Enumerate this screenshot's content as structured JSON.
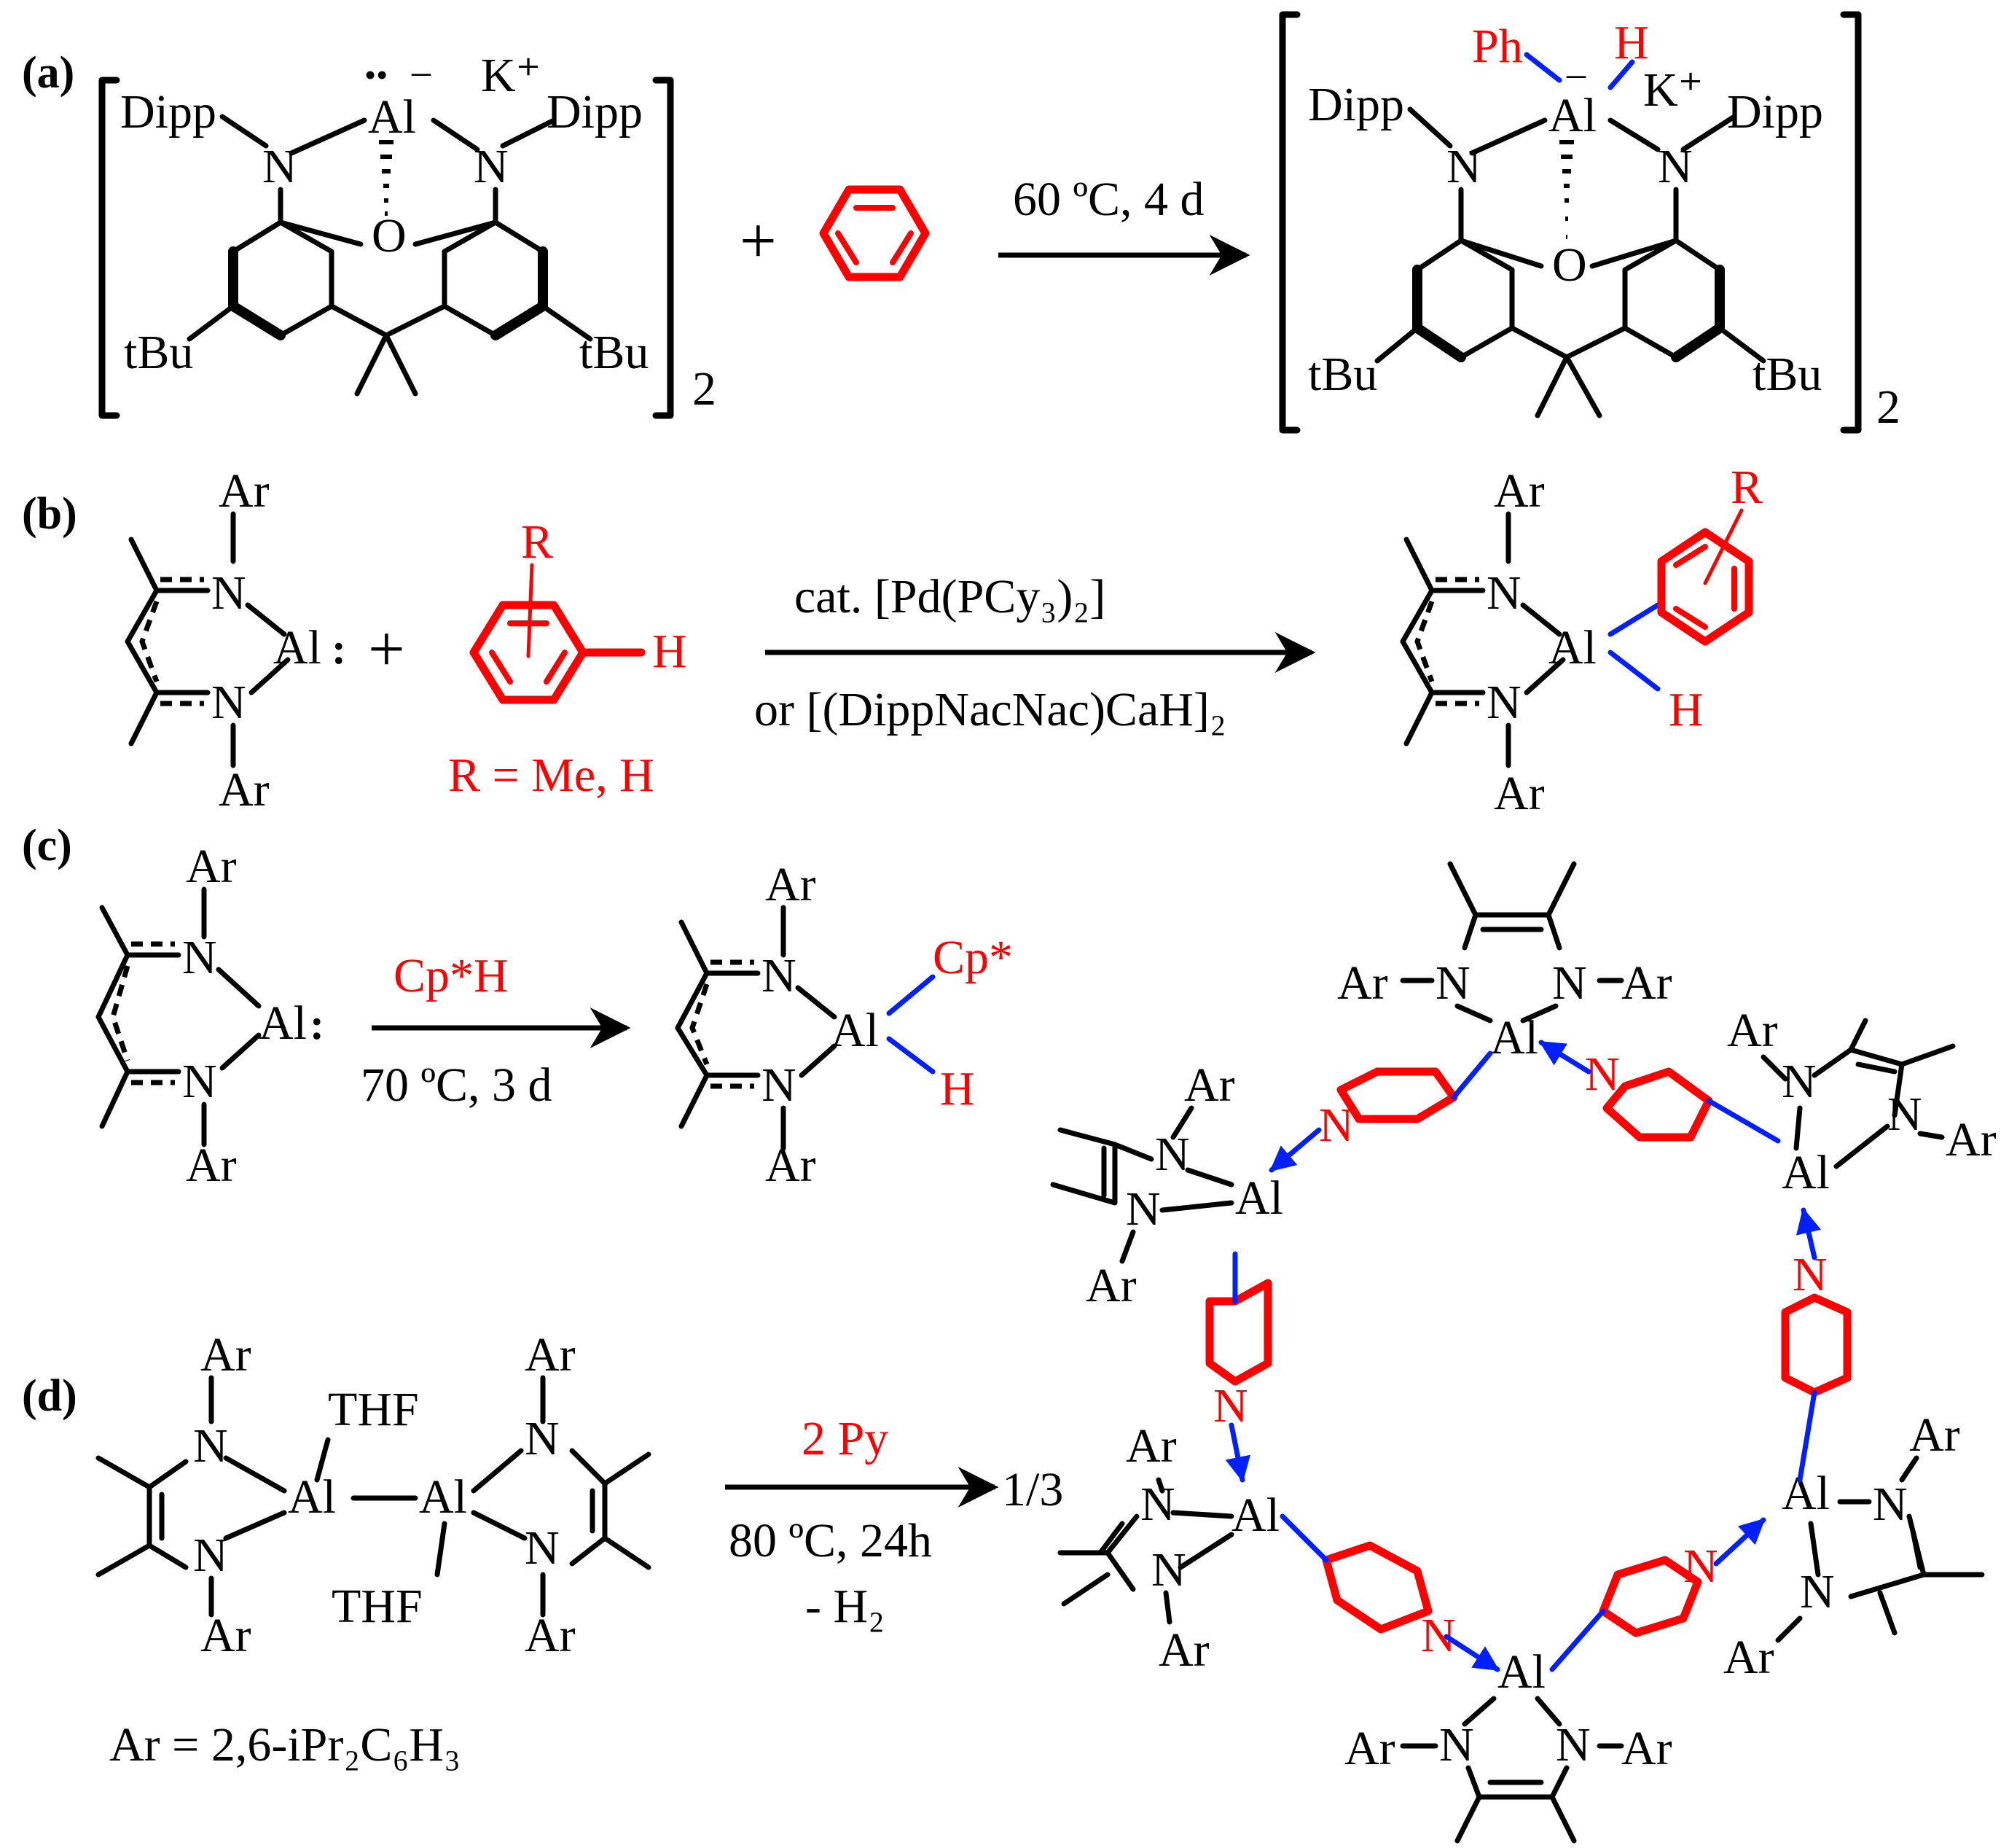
{
  "panels": [
    "(a)",
    "(b)",
    "(c)",
    "(d)"
  ],
  "labels": {
    "dipp": "Dipp",
    "n": "N",
    "o": "O",
    "al": "Al",
    "tbu": "tBu",
    "kplus": "K⁺",
    "sub2": "2",
    "ph": "Ph",
    "h": "H",
    "ar": "Ar",
    "r": "R",
    "thf": "THF",
    "cpstar": "Cp*",
    "plus": "+",
    "lonepair": "••"
  },
  "conditions": {
    "a": "60 ºC, 4 d",
    "b_top": "cat. [Pd(PCy₃)₂]",
    "b_bottom": "or [(DippNacNac)CaH]₂",
    "b_rdef": "R = Me, H",
    "c_top": "Cp*H",
    "c_bottom": "70 ºC, 3 d",
    "d_top": "2 Py",
    "d_mid": "80 ºC, 24h",
    "d_bottom": "- H₂",
    "d_factor": "1/3"
  },
  "ar_definition": "Ar = 2,6-iPr₂C₆H₃",
  "colors": {
    "red": "#ff0000",
    "blue": "#0020ff",
    "black": "#000000"
  }
}
